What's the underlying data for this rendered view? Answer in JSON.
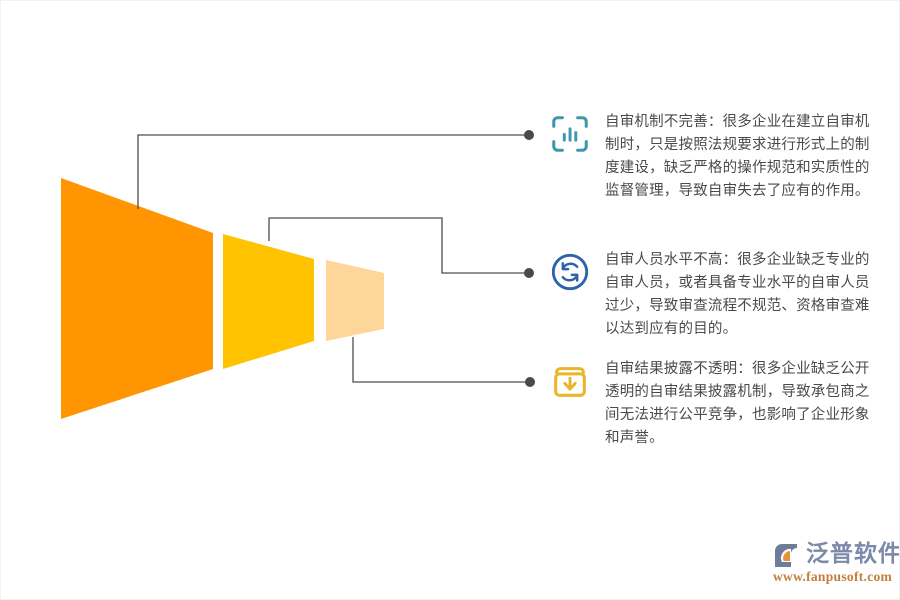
{
  "page": {
    "background": "#ffffff",
    "border_color": "#f2f2f2"
  },
  "funnel": {
    "stages": [
      {
        "name": "stage-1",
        "color": "#FF9500",
        "label": ""
      },
      {
        "name": "stage-2",
        "color": "#FFC300",
        "label": ""
      },
      {
        "name": "stage-3",
        "color": "#FFD699",
        "label": ""
      }
    ]
  },
  "connectors": {
    "line_color": "#4f4f4f",
    "dot_color": "#4a4a4a"
  },
  "items": [
    {
      "icon": "scan-bar-chart-icon",
      "icon_color": "#3f97ad",
      "text": "自审机制不完善：很多企业在建立自审机制时，只是按照法规要求进行形式上的制度建设，缺乏严格的操作规范和实质性的监督管理，导致自审失去了应有的作用。"
    },
    {
      "icon": "sync-circle-icon",
      "icon_color": "#2f62ab",
      "text": "自审人员水平不高：很多企业缺乏专业的自审人员，或者具备专业水平的自审人员过少，导致审查流程不规范、资格审查难以达到应有的目的。"
    },
    {
      "icon": "download-box-icon",
      "icon_color": "#e8b52b",
      "text": "自审结果披露不透明：很多企业缺乏公开透明的自审结果披露机制，导致承包商之间无法进行公平竞争，也影响了企业形象和声誉。"
    }
  ],
  "logo": {
    "company_name": "泛普软件",
    "website": "www.fanpusoft.com",
    "name_color": "#7b8aa8",
    "url_color": "#c2803c",
    "mark_color": "#6e7c99",
    "mark_accent": "#e8903a"
  }
}
